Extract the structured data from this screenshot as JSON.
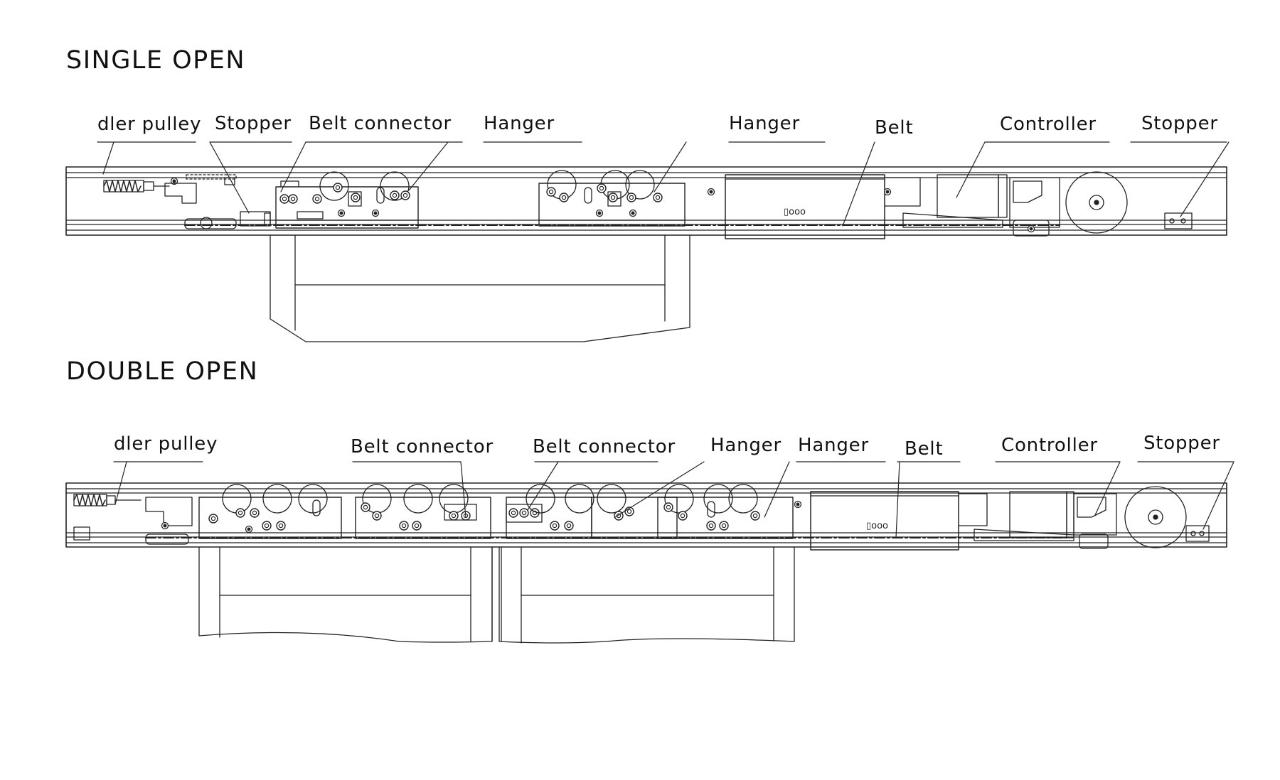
{
  "sections": {
    "single": {
      "title": "SINGLE OPEN",
      "labels": {
        "idler_pulley": "dler pulley",
        "stopper_left": "Stopper",
        "belt_connector": "Belt connector",
        "hanger_1": "Hanger",
        "hanger_2": "Hanger",
        "belt": "Belt",
        "controller": "Controller",
        "stopper_right": "Stopper"
      },
      "controller_box_text": "▯ooo"
    },
    "double": {
      "title": "DOUBLE OPEN",
      "labels": {
        "idler_pulley": "dler pulley",
        "belt_connector_1": "Belt connector",
        "belt_connector_2": "Belt connector",
        "hanger_1": "Hanger",
        "hanger_2": "Hanger",
        "belt": "Belt",
        "controller": "Controller",
        "stopper": "Stopper"
      },
      "controller_box_text": "▯ooo"
    }
  }
}
